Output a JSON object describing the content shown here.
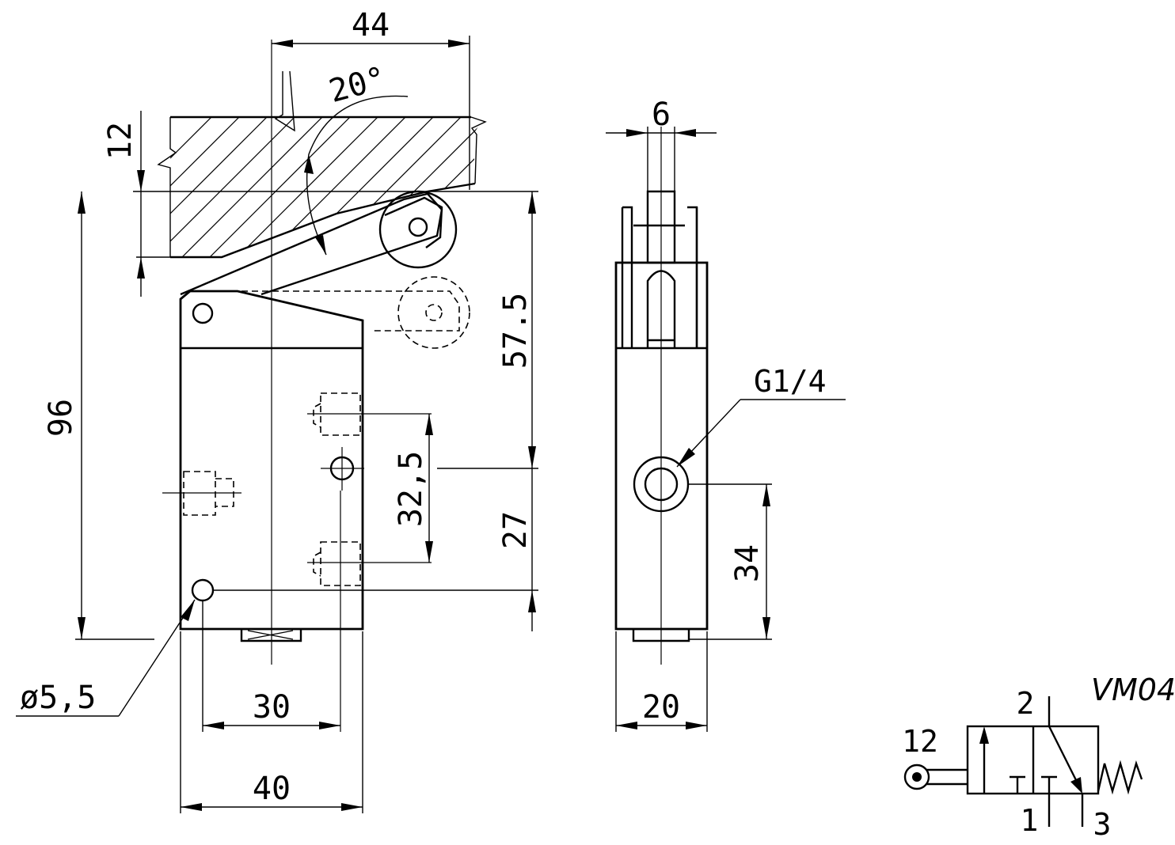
{
  "dimensions": {
    "d44": "44",
    "d20deg": "20°",
    "d12": "12",
    "d96": "96",
    "d57_5": "57.5",
    "d32_5": "32,5",
    "d27": "27",
    "d6": "6",
    "thread": "G1/4",
    "d34": "34",
    "hole": "ø5,5",
    "d30": "30",
    "d40": "40",
    "d20": "20"
  },
  "symbol": {
    "model": "VM04",
    "port_2": "2",
    "port_12": "12",
    "port_1": "1",
    "port_3": "3"
  }
}
